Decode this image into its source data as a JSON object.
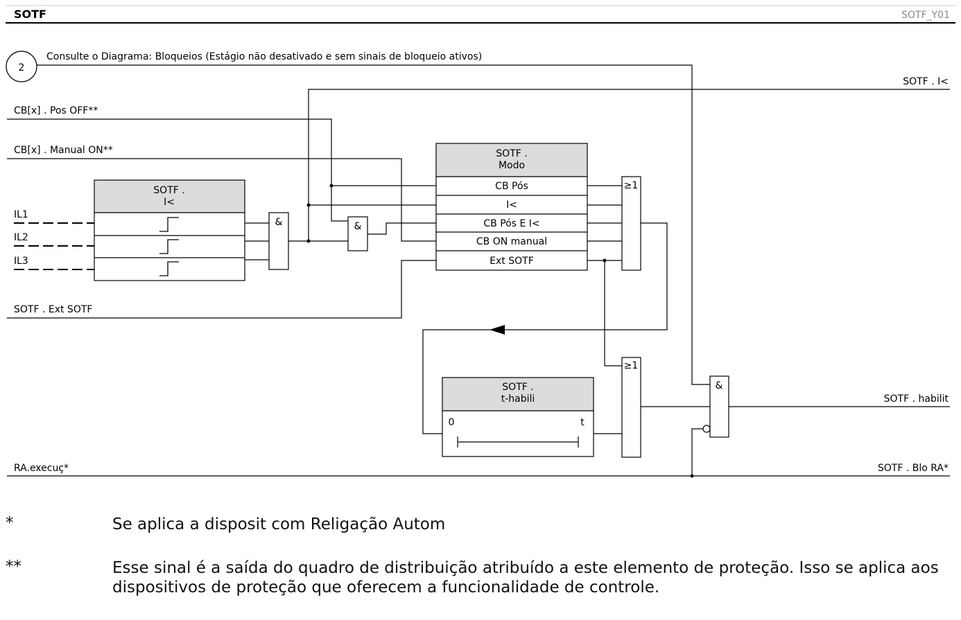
{
  "header": {
    "title": "SOTF",
    "code": "SOTF_Y01"
  },
  "circle_ref": {
    "number": "2",
    "text": "Consulte o Diagrama: Bloqueios (Estágio não desativado e sem sinais de bloqueio ativos)"
  },
  "inputs": {
    "pos_off": "CB[x] . Pos OFF**",
    "manual_on": "CB[x] . Manual ON**",
    "il1": "IL1",
    "il2": "IL2",
    "il3": "IL3",
    "ext_sotf": "SOTF . Ext SOTF",
    "ra": "RA.execuç*"
  },
  "outputs": {
    "i_less": "SOTF . I<",
    "habilit": "SOTF . habilit",
    "blo_ra": "SOTF . Blo RA*"
  },
  "blocks": {
    "ilow": {
      "line1": "SOTF .",
      "line2": "I<"
    },
    "mode": {
      "line1": "SOTF .",
      "line2": "Modo",
      "rows": [
        "CB Pós",
        "I<",
        "CB Pós E I<",
        "CB ON manual",
        "Ext SOTF"
      ]
    },
    "timer": {
      "line1": "SOTF .",
      "line2": "t-habili",
      "t0": "0",
      "t1": "t"
    }
  },
  "gates": {
    "and": "&",
    "or": "≥1"
  },
  "footnotes": [
    {
      "mark": "*",
      "text": "Se aplica a disposit com Religação Autom"
    },
    {
      "mark": "**",
      "text": "Esse sinal é a saída do quadro de distribuição atribuído a este elemento de proteção. Isso se aplica aos dispositivos de proteção que oferecem a funcionalidade de controle."
    }
  ]
}
